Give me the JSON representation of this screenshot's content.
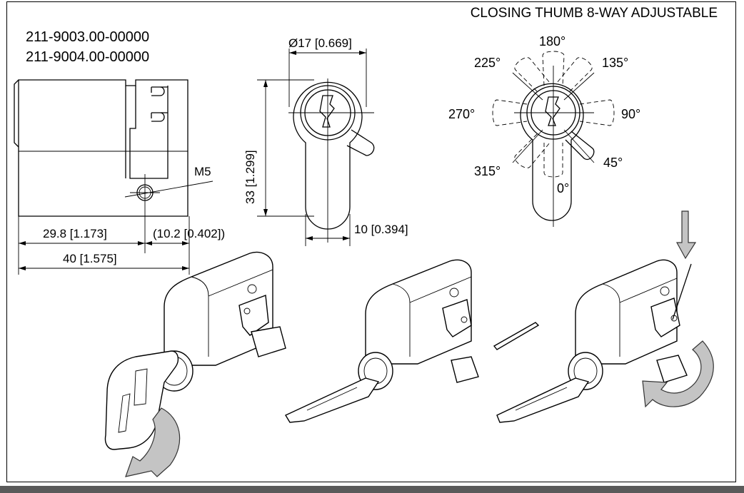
{
  "title": "CLOSING THUMB 8-WAY ADJUSTABLE",
  "part_numbers": [
    "211-9003.00-00000",
    "211-9004.00-00000"
  ],
  "side_view": {
    "thread_label": "M5",
    "dim_left": "29.8 [1.173]",
    "dim_right": "(10.2 [0.402])",
    "dim_total": "40 [1.575]"
  },
  "front_view": {
    "diameter": "Ø17 [0.669]",
    "height": "33 [1.299]",
    "width": "10 [0.394]"
  },
  "angle_view": {
    "angles": [
      "180°",
      "225°",
      "135°",
      "270°",
      "90°",
      "315°",
      "45°",
      "0°"
    ]
  },
  "colors": {
    "line": "#000000",
    "arrow_fill": "#c4c4c4",
    "bar": "#5a5a5a"
  }
}
